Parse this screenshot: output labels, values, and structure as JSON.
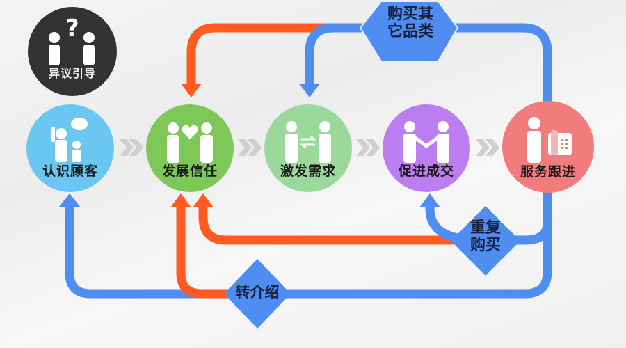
{
  "diagram": {
    "title": "",
    "colors": {
      "orange": "#ff5a1f",
      "blue": "#4f8ef0",
      "dark": "#333333",
      "node_blue": "#6cc6f2",
      "node_green": "#7ec85a",
      "node_light_green": "#9ad99b",
      "node_purple": "#bb7df0",
      "node_pink": "#f27b7b",
      "chevron": "#cfcfcf"
    },
    "objection_node": {
      "label": "异议引导",
      "icon": "two-people-question-icon"
    },
    "steps": [
      {
        "label": "认识顾客",
        "icon": "person-speech-child-icon"
      },
      {
        "label": "发展信任",
        "icon": "two-people-heart-icon"
      },
      {
        "label": "激发需求",
        "icon": "two-people-exchange-icon"
      },
      {
        "label": "促进成交",
        "icon": "handshake-icon"
      },
      {
        "label": "服务跟进",
        "icon": "person-telephone-icon"
      }
    ],
    "loops": [
      {
        "label": "购买其它品类",
        "line1": "购买其",
        "line2": "它品类",
        "from": "服务跟进",
        "to": "激发需求",
        "color": "blue"
      },
      {
        "label": "重复购买",
        "line1": "重复",
        "line2": "购买",
        "from": "服务跟进",
        "to": "促进成交",
        "color": "blue"
      },
      {
        "label": "转介绍",
        "from": "服务跟进",
        "to": "认识顾客",
        "color": "blue"
      }
    ],
    "orange_loops": [
      {
        "from": "购买其它品类",
        "to": "发展信任"
      },
      {
        "from": "重复购买",
        "to": "发展信任"
      },
      {
        "from": "转介绍",
        "to": "发展信任"
      }
    ]
  }
}
